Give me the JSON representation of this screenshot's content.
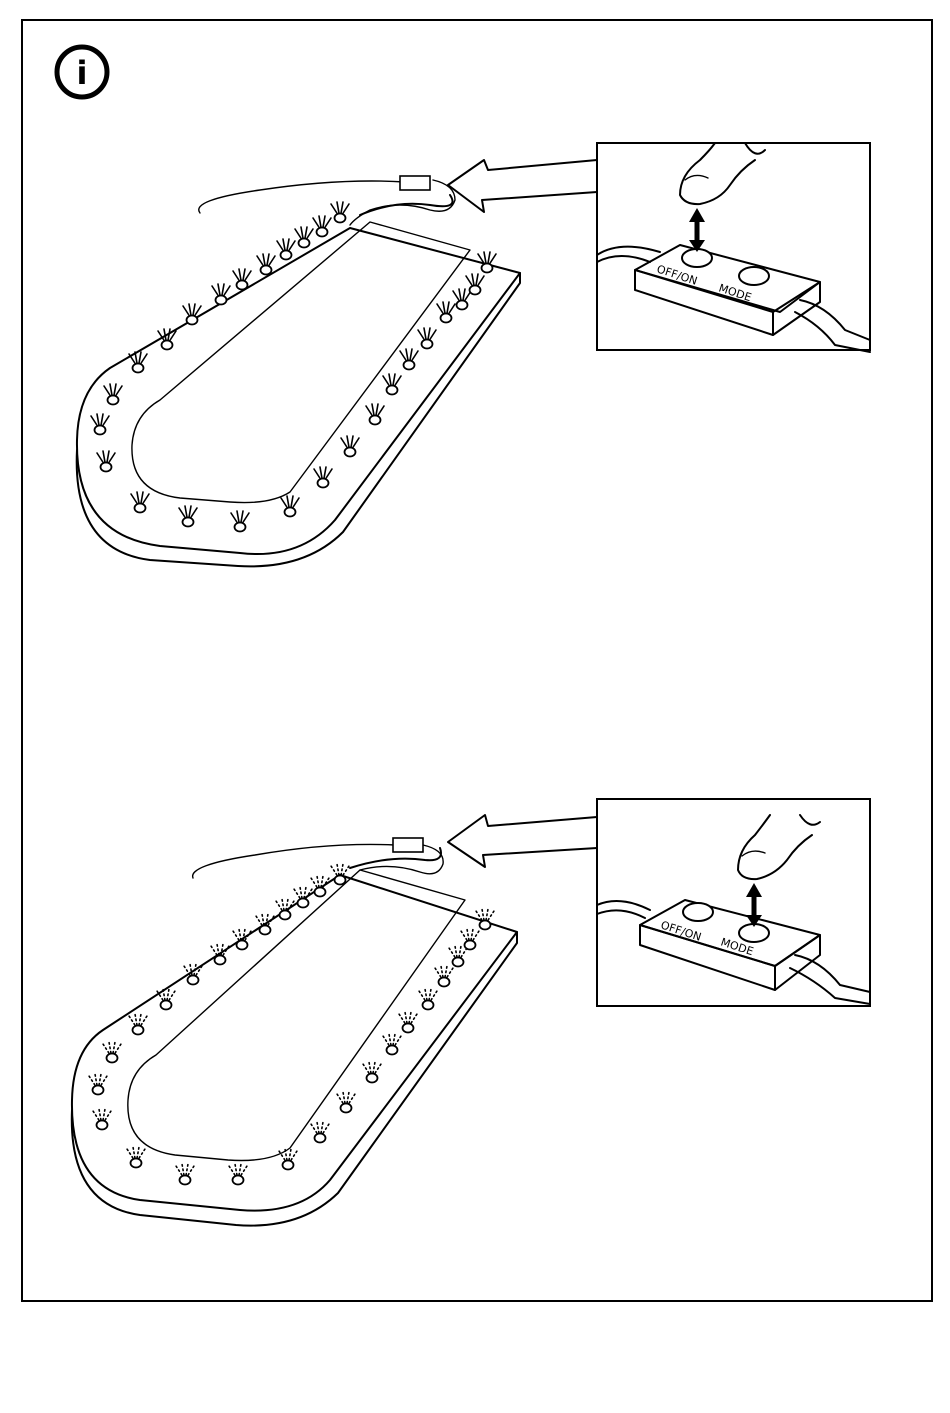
{
  "info_icon": {
    "symbol": "i",
    "icon": "info-icon"
  },
  "steps": [
    {
      "id": "power",
      "description_icon": "led-mat-lit",
      "controller": {
        "button_1": "OFF/ON",
        "button_2": "MODE",
        "pressed": "OFF/ON"
      }
    },
    {
      "id": "mode",
      "description_icon": "led-mat-flashing",
      "controller": {
        "button_1": "OFF/ON",
        "button_2": "MODE",
        "pressed": "MODE"
      }
    }
  ],
  "colors": {
    "ink": "#000000",
    "paper": "#ffffff"
  }
}
